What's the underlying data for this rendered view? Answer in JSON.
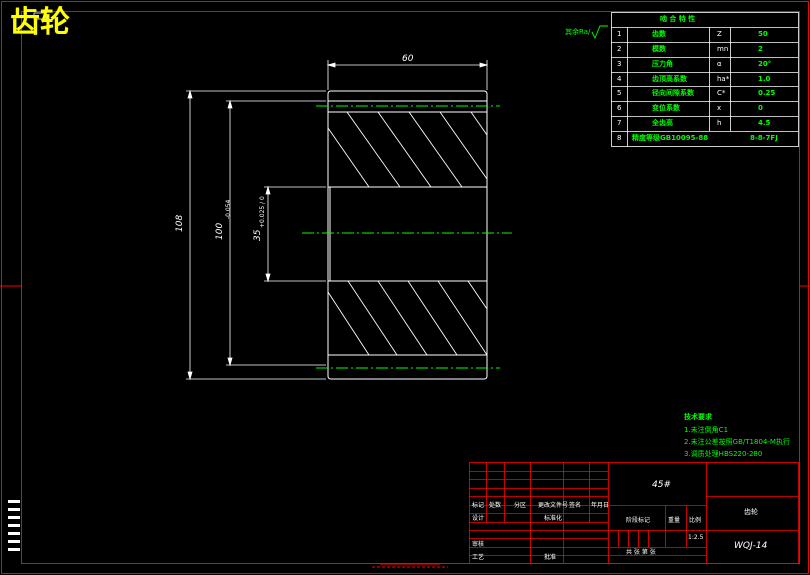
{
  "title": "齿轮",
  "roughness_note": "其余Ra/",
  "dimensions": {
    "width": "60",
    "outer_diameter": "108",
    "tip_diameter": "100",
    "tip_tolerance": "-0.054",
    "bore_diameter": "35",
    "bore_tolerance": "+0.025 / 0"
  },
  "params_table": {
    "header": "啮 合 特 性",
    "rows": [
      {
        "no": "1",
        "name": "齿数",
        "symbol": "Z",
        "value": "50"
      },
      {
        "no": "2",
        "name": "模数",
        "symbol": "mn",
        "value": "2"
      },
      {
        "no": "3",
        "name": "压力角",
        "symbol": "α",
        "value": "20°"
      },
      {
        "no": "4",
        "name": "齿顶高系数",
        "symbol": "ha*",
        "value": "1.0"
      },
      {
        "no": "5",
        "name": "径向间隙系数",
        "symbol": "C*",
        "value": "0.25"
      },
      {
        "no": "6",
        "name": "变位系数",
        "symbol": "x",
        "value": "0"
      },
      {
        "no": "7",
        "name": "全齿高",
        "symbol": "h",
        "value": "4.5"
      },
      {
        "no": "8",
        "name": "精度等级GB10095-88",
        "symbol": "",
        "value": "8-8-7FJ"
      }
    ]
  },
  "tech_requirements": {
    "title": "技术要求",
    "items": [
      "1.未注倒角C1",
      "2.未注公差按照GB/T1804-M执行",
      "3.调质处理HBS220-280"
    ]
  },
  "title_block": {
    "material": "45#",
    "part_name": "齿轮",
    "drawing_no": "WQJ-14",
    "scale": "1:2.5",
    "labels": {
      "mark": "标记",
      "count": "处数",
      "zone": "分区",
      "doc_no": "更改文件号",
      "sign": "签名",
      "date": "年月日",
      "designer": "设计",
      "standardize": "标准化",
      "stage": "阶段标记",
      "weight": "重量",
      "scale_label": "比例",
      "review": "审核",
      "process": "工艺",
      "approve": "批准",
      "sheets": "共 张 第 张"
    }
  },
  "colors": {
    "border": "#ff0000",
    "lines": "#ffffff",
    "centerline": "#00ff00",
    "title": "#ffff00",
    "text": "#00ff00"
  }
}
